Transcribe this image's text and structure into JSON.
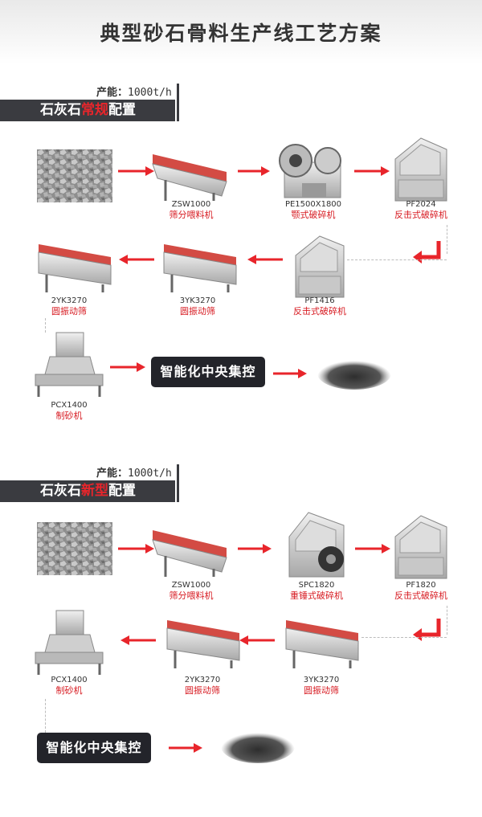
{
  "title": "典型砂石骨料生产线工艺方案",
  "sections": [
    {
      "capacity_label": "产能：",
      "capacity_value": "1000t/h",
      "config_prefix": "石灰石",
      "config_highlight": "常规",
      "config_suffix": "配置",
      "machines": [
        {
          "model": "ZSW1000",
          "name": "筛分喂料机"
        },
        {
          "model": "PE1500X1800",
          "name": "颚式破碎机"
        },
        {
          "model": "PF2024",
          "name": "反击式破碎机"
        },
        {
          "model": "PF1416",
          "name": "反击式破碎机"
        },
        {
          "model": "3YK3270",
          "name": "圆振动筛"
        },
        {
          "model": "2YK3270",
          "name": "圆振动筛"
        },
        {
          "model": "PCX1400",
          "name": "制砂机"
        }
      ],
      "control_label": "智能化中央集控"
    },
    {
      "capacity_label": "产能：",
      "capacity_value": "1000t/h",
      "config_prefix": "石灰石",
      "config_highlight": "新型",
      "config_suffix": "配置",
      "machines": [
        {
          "model": "ZSW1000",
          "name": "筛分喂料机"
        },
        {
          "model": "SPC1820",
          "name": "重锤式破碎机"
        },
        {
          "model": "PF1820",
          "name": "反击式破碎机"
        },
        {
          "model": "3YK3270",
          "name": "圆振动筛"
        },
        {
          "model": "2YK3270",
          "name": "圆振动筛"
        },
        {
          "model": "PCX1400",
          "name": "制砂机"
        }
      ],
      "control_label": "智能化中央集控"
    }
  ],
  "colors": {
    "accent": "#d71a21",
    "banner": "#3a3b40",
    "button": "#23242a",
    "arrow": "#e8252b"
  },
  "icons": [
    "raw-stone-icon",
    "vibrating-feeder-icon",
    "jaw-crusher-icon",
    "impact-crusher-icon",
    "hammer-crusher-icon",
    "vibrating-screen-icon",
    "sand-maker-icon",
    "sand-powder-icon",
    "right-arrow-icon",
    "left-arrow-icon",
    "turn-arrow-icon"
  ]
}
